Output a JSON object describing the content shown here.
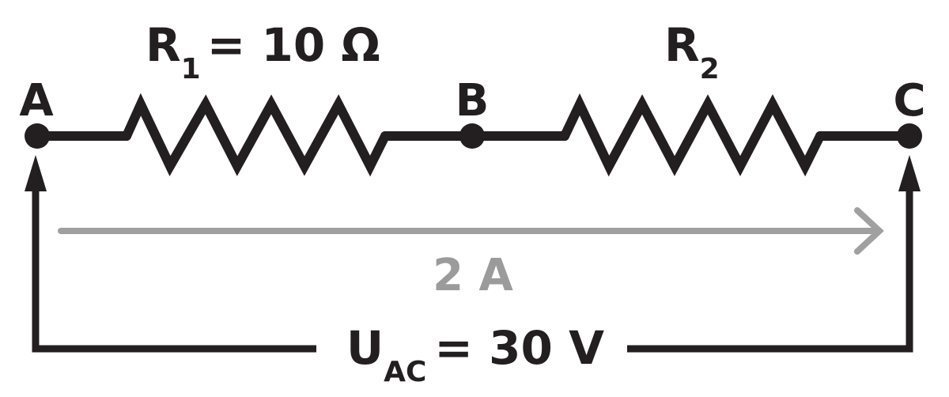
{
  "nodes": {
    "a": "A",
    "b": "B",
    "c": "C"
  },
  "resistor1": {
    "symbol": "R",
    "subscript": "1",
    "value": "= 10 Ω"
  },
  "resistor2": {
    "symbol": "R",
    "subscript": "2"
  },
  "current": {
    "label": "2 A"
  },
  "voltage": {
    "symbol": "U",
    "subscript": "AC",
    "value": "= 30 V"
  },
  "colors": {
    "wire": "#231f20",
    "current_arrow": "#a0a0a0",
    "current_text": "#9b9b9b",
    "text": "#231f20"
  }
}
